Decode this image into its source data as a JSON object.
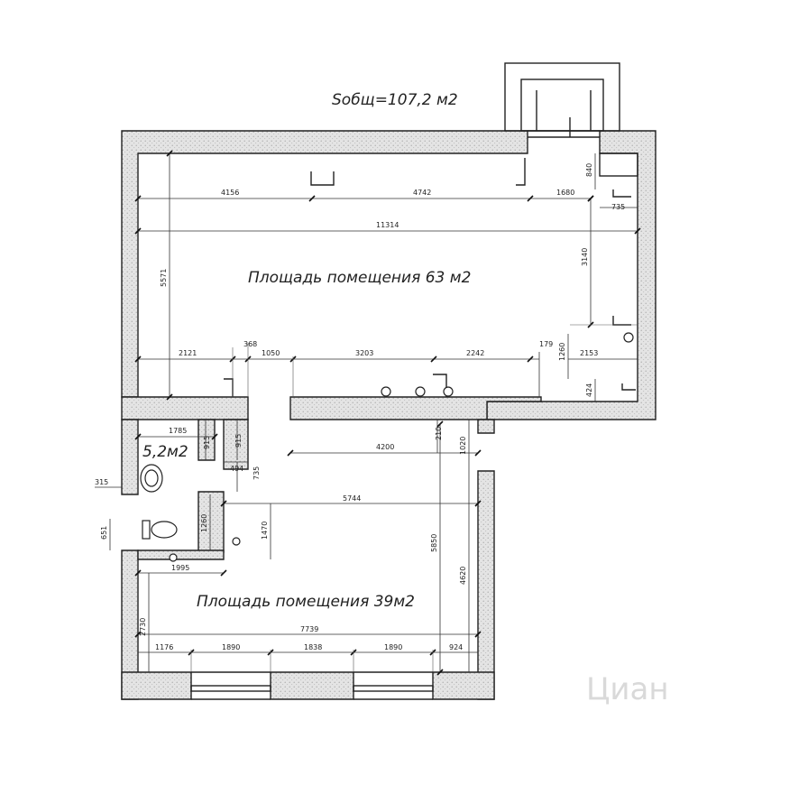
{
  "plan": {
    "total_area_label": "Sобщ=107,2 м2",
    "rooms": [
      {
        "id": "room-1",
        "label": "Площадь помещения 63 м2"
      },
      {
        "id": "room-2",
        "label": "Площадь помещения 39м2"
      },
      {
        "id": "room-3",
        "label": "5,2м2"
      }
    ],
    "dimensions": {
      "d4156": "4156",
      "d4742": "4742",
      "d1680": "1680",
      "d840": "840",
      "d735a": "735",
      "d11314": "11314",
      "d5571": "5571",
      "d3140": "3140",
      "d2121": "2121",
      "d368": "368",
      "d1050": "1050",
      "d3203": "3203",
      "d2242": "2242",
      "d179": "179",
      "d1260a": "1260",
      "d2153": "2153",
      "d424": "424",
      "d1785": "1785",
      "d915a": "915",
      "d915b": "915",
      "d494": "494",
      "d735b": "735",
      "d210": "210",
      "d1020": "1020",
      "d4200": "4200",
      "d315": "315",
      "d651": "651",
      "d1260b": "1260",
      "d1470": "1470",
      "d5744": "5744",
      "d5850": "5850",
      "d4620": "4620",
      "d1995": "1995",
      "d2730": "2730",
      "d7739": "7739",
      "d1176": "1176",
      "d1890a": "1890",
      "d1838": "1838",
      "d1890b": "1890",
      "d924": "924"
    },
    "watermark": "Циан"
  }
}
